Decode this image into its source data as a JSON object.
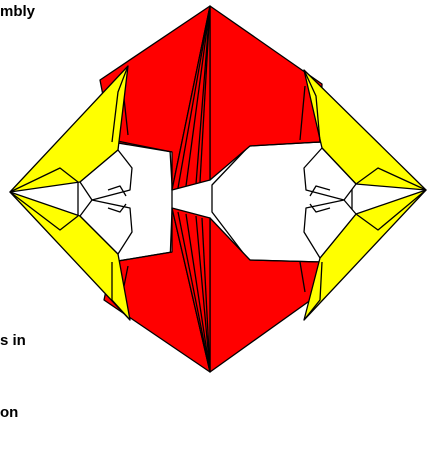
{
  "captions": {
    "top": "mbly",
    "bottom_line1": "s in",
    "bottom_line2": "on"
  },
  "colors": {
    "red": "#ff0000",
    "yellow": "#ffff00",
    "white": "#ffffff",
    "outline": "#000000"
  }
}
